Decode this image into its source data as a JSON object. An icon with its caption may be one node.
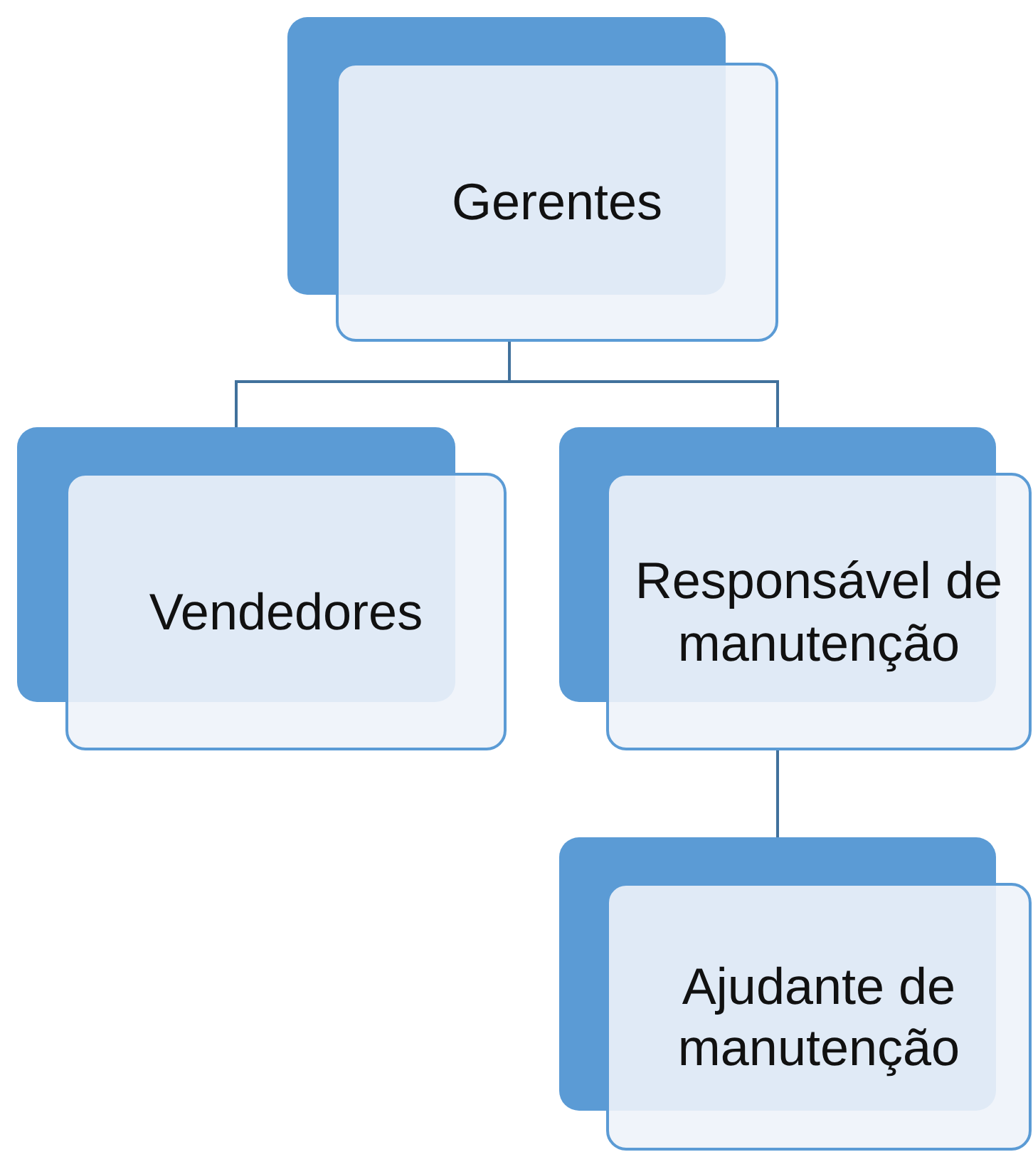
{
  "diagram": {
    "nodes": [
      {
        "text": [
          "Gerentes"
        ]
      },
      {
        "text": [
          "Vendedores"
        ]
      },
      {
        "text": [
          "Responsável de manutenção"
        ]
      },
      {
        "text": [
          "Ajudante de manutenção"
        ]
      }
    ],
    "edges": [
      {
        "from": 0,
        "to": 1,
        "arrow": "none"
      },
      {
        "from": 0,
        "to": 2,
        "arrow": "none"
      },
      {
        "from": 2,
        "to": 3,
        "arrow": "none"
      }
    ]
  }
}
